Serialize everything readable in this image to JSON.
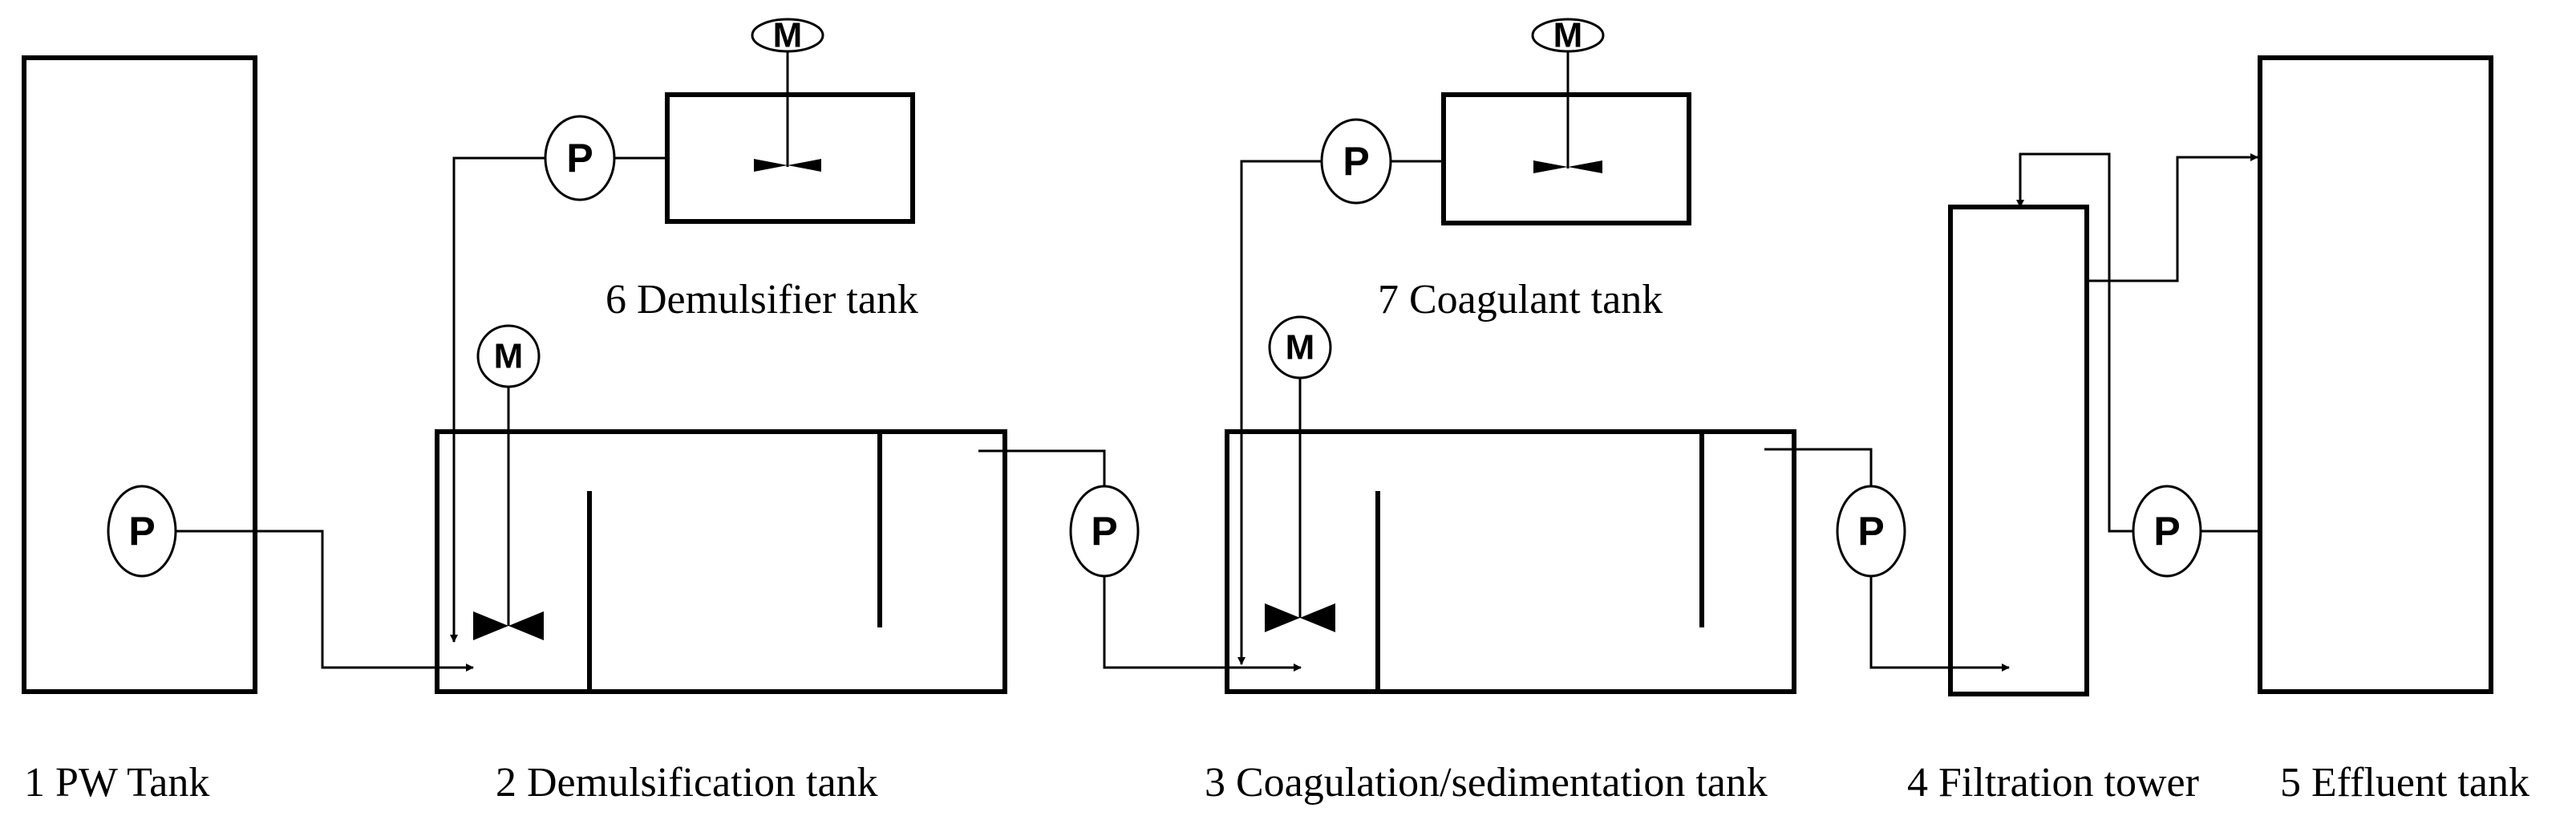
{
  "symbols": {
    "pump": "P",
    "motor": "M"
  },
  "labels": {
    "pw_tank": "1 PW Tank",
    "demulsification_tank": "2 Demulsification  tank",
    "coagulation_tank": "3 Coagulation/sedimentation  tank",
    "filtration_tower": "4 Filtration tower",
    "effluent_tank": "5 Effluent tank",
    "demulsifier_tank": "6 Demulsifier  tank",
    "coagulant_tank": "7 Coagulant tank"
  }
}
